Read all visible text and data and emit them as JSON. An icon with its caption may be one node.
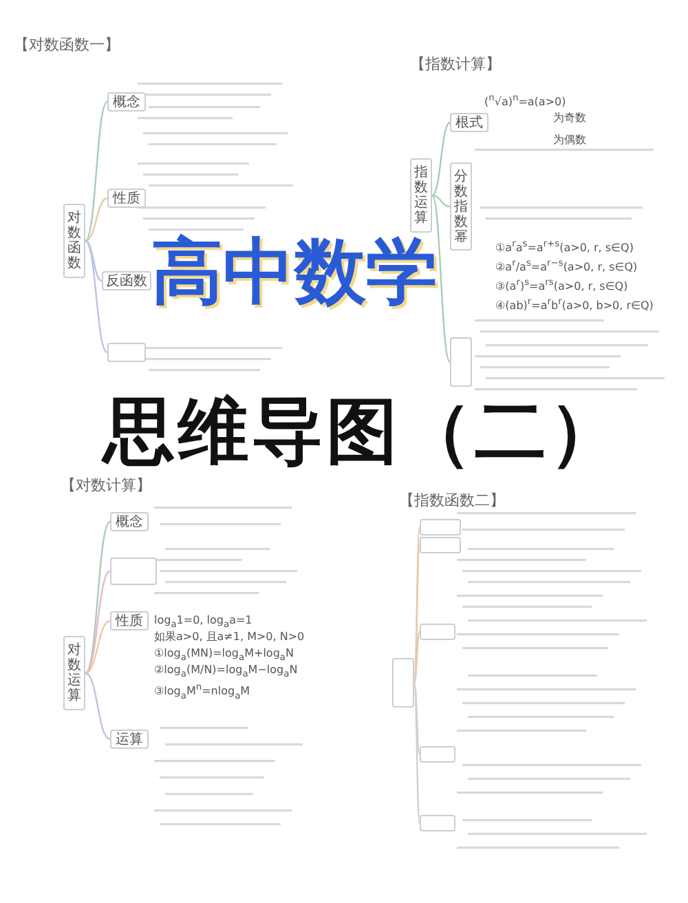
{
  "diagram": {
    "title": "高中数学",
    "nodes": [
      {
        "text": [
          "对数函数"
        ]
      },
      {
        "text": [
          "概念"
        ]
      },
      {
        "text": [
          "性质"
        ]
      },
      {
        "text": [
          "反函数"
        ]
      },
      {
        "text": [],
        "shape": "box"
      },
      {
        "text": [
          "指数运算"
        ]
      },
      {
        "text": [
          "根式"
        ]
      },
      {
        "text": [
          "分数指数幂"
        ]
      },
      {
        "text": [],
        "shape": "box"
      },
      {
        "text": [
          "对数运算"
        ]
      },
      {
        "text": [
          "概念"
        ]
      },
      {
        "text": [],
        "shape": "box"
      },
      {
        "text": [
          "性质"
        ]
      },
      {
        "text": [
          "运算"
        ]
      },
      {
        "text": [],
        "shape": "box"
      },
      {
        "text": [],
        "shape": "box"
      },
      {
        "text": [],
        "shape": "box"
      },
      {
        "text": [],
        "shape": "box"
      },
      {
        "text": [],
        "shape": "box"
      },
      {
        "text": [],
        "shape": "box"
      }
    ],
    "edges": [
      {
        "from": 0,
        "to": 1,
        "arrow": "none",
        "color": "#a9cdb4"
      },
      {
        "from": 0,
        "to": 2,
        "arrow": "none",
        "color": "#e8c9a8"
      },
      {
        "from": 0,
        "to": 3,
        "arrow": "none",
        "color": "#b9c4e6"
      },
      {
        "from": 0,
        "to": 4,
        "arrow": "none",
        "color": "#b9c4e6"
      },
      {
        "from": 5,
        "to": 6,
        "arrow": "none",
        "color": "#a9cdb4"
      },
      {
        "from": 5,
        "to": 7,
        "arrow": "none",
        "color": "#a9cdb4"
      },
      {
        "from": 5,
        "to": 8,
        "arrow": "none",
        "color": "#a9cdb4"
      },
      {
        "from": 9,
        "to": 10,
        "arrow": "none",
        "color": "#a9cdb4"
      },
      {
        "from": 9,
        "to": 11,
        "arrow": "none",
        "color": "#e8b9c9"
      },
      {
        "from": 9,
        "to": 12,
        "arrow": "none",
        "color": "#f0c9a0"
      },
      {
        "from": 9,
        "to": 13,
        "arrow": "none",
        "color": "#b9c4e6"
      },
      {
        "from": 14,
        "to": 15,
        "arrow": "none",
        "color": "#e8c9a8"
      },
      {
        "from": 14,
        "to": 16,
        "arrow": "none",
        "color": "#e8c9a8"
      },
      {
        "from": 14,
        "to": 17,
        "arrow": "none",
        "color": "#e8c9a8"
      },
      {
        "from": 14,
        "to": 18,
        "arrow": "none",
        "color": "#d0d0d0"
      },
      {
        "from": 14,
        "to": 19,
        "arrow": "none",
        "color": "#d0d0d0"
      }
    ],
    "labels": [
      "【对数函数一】",
      "【指数计算】",
      "($^{n}$√a)$^{n}$=a(a>0)",
      "为奇数",
      "为偶数",
      "①a$^{r}$a$^{s}$=a$^{r+s}$(a>0, r, s∈Q)",
      "②a$^{r}$/a$^{s}$=a$^{r−s}$(a>0, r, s∈Q)",
      "③(a$^{r}$)$^{s}$=a$^{rs}$(a>0, r, s∈Q)",
      "④(ab)$^{r}$=a$^{r}$b$^{r}$(a>0, b>0, r∈Q)",
      "思维导图（二）",
      "【对数计算】",
      "【指数函数二】",
      "log$_{a}$1=0, log$_{a}$a=1",
      "如果a>0, 且a≠1, M>0, N>0",
      "①log$_{a}$(MN)=log$_{a}$M+log$_{a}$N",
      "②log$_{a}$(M/N)=log$_{a}$M−log$_{a}$N",
      "③log$_{a}$M$^{n}$=nlog$_{a}$M"
    ]
  }
}
